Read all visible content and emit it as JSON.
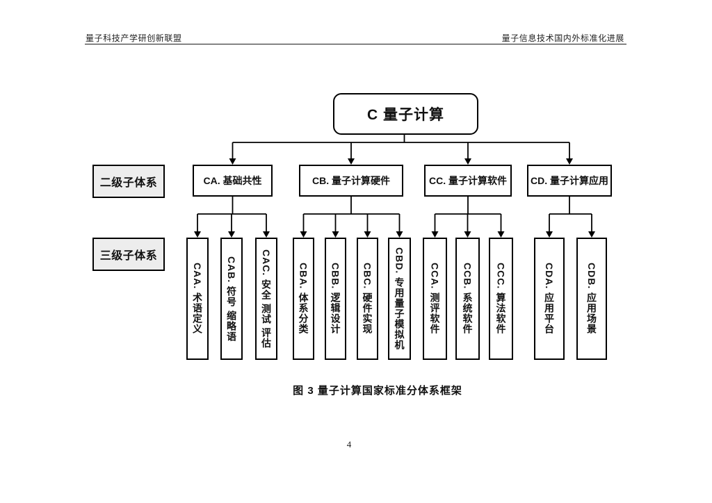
{
  "page": {
    "header_left": "量子科技产学研创新联盟",
    "header_right": "量子信息技术国内外标准化进展",
    "figure_caption": "图 3 量子计算国家标准分体系框架",
    "page_number": "4"
  },
  "diagram": {
    "root_label": "C 量子计算",
    "row_labels": {
      "level2": "二级子体系",
      "level3": "三级子体系"
    },
    "level2": [
      {
        "code": "CA",
        "label": "CA. 基础共性"
      },
      {
        "code": "CB",
        "label": "CB. 量子计算硬件"
      },
      {
        "code": "CC",
        "label": "CC. 量子计算软件"
      },
      {
        "code": "CD",
        "label": "CD. 量子计算应用"
      }
    ],
    "level3": [
      {
        "code": "CAA",
        "parent": "CA",
        "label": "CAA. 术语定义"
      },
      {
        "code": "CAB",
        "parent": "CA",
        "label": "CAB. 符号 缩略语"
      },
      {
        "code": "CAC",
        "parent": "CA",
        "label": "CAC. 安全 测试 评估"
      },
      {
        "code": "CBA",
        "parent": "CB",
        "label": "CBA. 体系分类"
      },
      {
        "code": "CBB",
        "parent": "CB",
        "label": "CBB. 逻辑设计"
      },
      {
        "code": "CBC",
        "parent": "CB",
        "label": "CBC. 硬件实现"
      },
      {
        "code": "CBD",
        "parent": "CB",
        "label": "CBD. 专用量子模拟机"
      },
      {
        "code": "CCA",
        "parent": "CC",
        "label": "CCA. 测评软件"
      },
      {
        "code": "CCB",
        "parent": "CC",
        "label": "CCB. 系统软件"
      },
      {
        "code": "CCC",
        "parent": "CC",
        "label": "CCC. 算法软件"
      },
      {
        "code": "CDA",
        "parent": "CD",
        "label": "CDA. 应用平台"
      },
      {
        "code": "CDB",
        "parent": "CD",
        "label": "CDB. 应用场景"
      }
    ],
    "colors": {
      "line": "#000000",
      "box_border": "#000000",
      "label_box_bg": "#ededed",
      "page_bg": "#ffffff"
    }
  }
}
